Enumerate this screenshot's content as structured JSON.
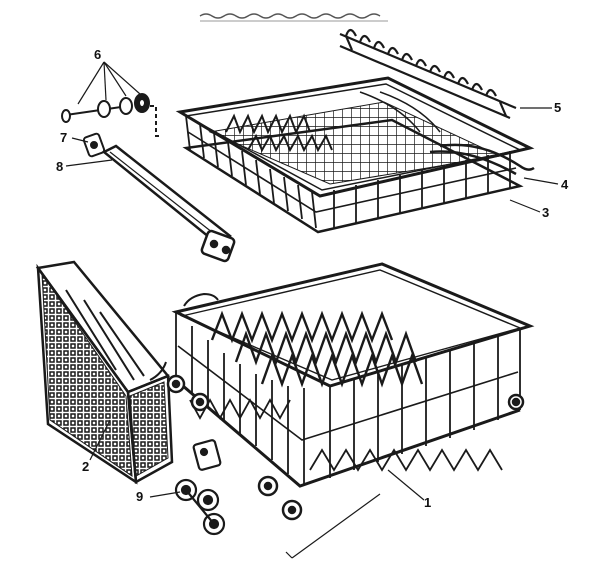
{
  "diagram": {
    "callouts": [
      {
        "id": "c1",
        "label": "1",
        "part": "lower-dish-rack"
      },
      {
        "id": "c2",
        "label": "2",
        "part": "silverware-basket"
      },
      {
        "id": "c3",
        "label": "3",
        "part": "upper-dish-rack"
      },
      {
        "id": "c4",
        "label": "4",
        "part": "upper-rack-rail"
      },
      {
        "id": "c5",
        "label": "5",
        "part": "cup-shelf"
      },
      {
        "id": "c6",
        "label": "6",
        "part": "roller-axle-assembly"
      },
      {
        "id": "c7",
        "label": "7",
        "part": "track-end-cap"
      },
      {
        "id": "c8",
        "label": "8",
        "part": "rack-track"
      },
      {
        "id": "c9",
        "label": "9",
        "part": "lower-rack-roller"
      }
    ]
  },
  "colors": {
    "ink": "#1a1a1a",
    "paper": "#ffffff"
  }
}
